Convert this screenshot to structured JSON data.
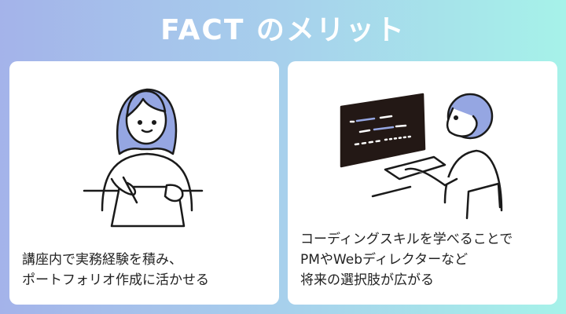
{
  "title": "FACT のメリット",
  "cards": [
    {
      "lines": [
        "講座内で実務経験を積み、",
        "ポートフォリオ作成に活かせる"
      ],
      "illustration": "woman-writing-illustration"
    },
    {
      "lines": [
        "コーディングスキルを学べることで",
        "PMやWebディレクターなど",
        "将来の選択肢が広がる"
      ],
      "illustration": "man-coding-illustration"
    }
  ],
  "colors": {
    "accent": "#95a6e2",
    "screen": "#231815"
  }
}
